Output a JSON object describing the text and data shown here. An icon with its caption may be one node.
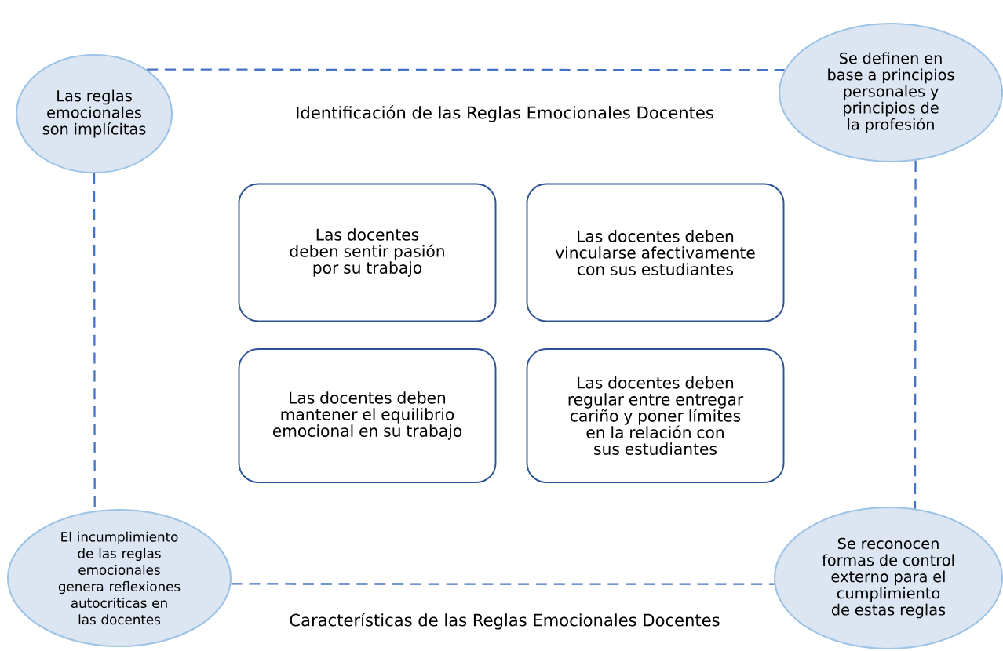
{
  "diagram": {
    "nodes": [
      {
        "text": [
          "Las reglas emocionales son implícitas"
        ]
      },
      {
        "text": [
          "Se definen en base a principios personales y principios de la profesión"
        ]
      },
      {
        "text": [
          "El incumplimiento de las reglas emocionales genera reflexiones autocriticas en las docentes"
        ]
      },
      {
        "text": [
          "Se reconocen formas de control externo para el cumplimiento de estas reglas"
        ]
      },
      {
        "text": [
          "Las docentes deben sentir pasión por su trabajo"
        ]
      },
      {
        "text": [
          "Las docentes deben vincularse afectivamente con sus estudiantes"
        ]
      },
      {
        "text": [
          "Las docentes deben mantener el equilibrio emocional en su trabajo"
        ]
      },
      {
        "text": [
          "Las docentes deben regular entre entregar cariño y poner límites en la relación con sus estudiantes"
        ]
      }
    ],
    "edges": [
      {
        "from": 0,
        "to": 1,
        "arrow": "none",
        "style": "dashed"
      },
      {
        "from": 0,
        "to": 2,
        "arrow": "none",
        "style": "dashed"
      },
      {
        "from": 1,
        "to": 3,
        "arrow": "none",
        "style": "dashed"
      },
      {
        "from": 2,
        "to": 3,
        "arrow": "none",
        "style": "dashed"
      }
    ],
    "labels": [
      "Identificación de las Reglas Emocionales Docentes",
      "Características de las Reglas Emocionales Docentes"
    ]
  }
}
